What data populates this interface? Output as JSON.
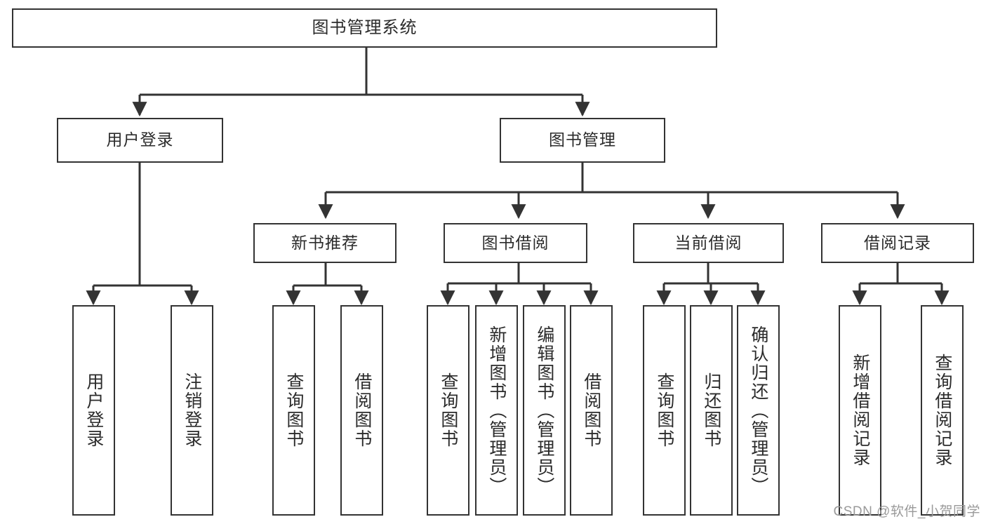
{
  "diagram": {
    "title": "图书管理系统",
    "watermark": "CSDN @软件_小贺同学",
    "line_color": "#333333",
    "box_fill": "#ffffff",
    "text_color": "#2b2b2b",
    "nodes": {
      "root": {
        "label": "图书管理系统"
      },
      "level2": [
        {
          "label": "用户登录"
        },
        {
          "label": "图书管理"
        }
      ],
      "level3": [
        {
          "label": "新书推荐"
        },
        {
          "label": "图书借阅"
        },
        {
          "label": "当前借阅"
        },
        {
          "label": "借阅记录"
        }
      ],
      "leaves_user_login": [
        {
          "label": "用户登录"
        },
        {
          "label": "注销登录"
        }
      ],
      "leaves_new_book": [
        {
          "label": "查询图书"
        },
        {
          "label": "借阅图书"
        }
      ],
      "leaves_borrow": [
        {
          "label": "查询图书"
        },
        {
          "label": "新增图书（管理员）"
        },
        {
          "label": "编辑图书（管理员）"
        },
        {
          "label": "借阅图书"
        }
      ],
      "leaves_current": [
        {
          "label": "查询图书"
        },
        {
          "label": "归还图书"
        },
        {
          "label": "确认归还（管理员）"
        }
      ],
      "leaves_records": [
        {
          "label": "新增借阅记录"
        },
        {
          "label": "查询借阅记录"
        }
      ]
    }
  }
}
